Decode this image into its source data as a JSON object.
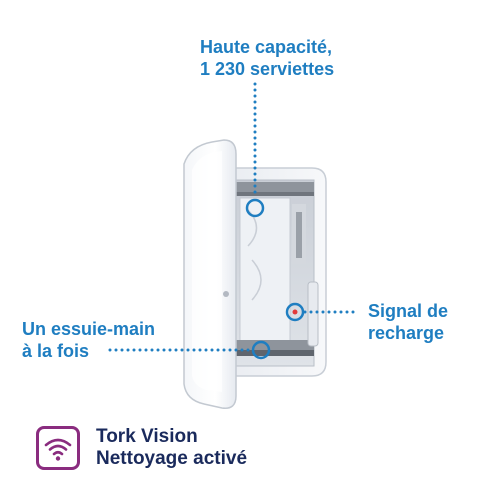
{
  "callouts": {
    "capacity_line1": "Haute capacité,",
    "capacity_line2": "1 230 serviettes",
    "one_at_a_time_line1": "Un essuie-main",
    "one_at_a_time_line2": "à la fois",
    "refill_signal_line1": "Signal de",
    "refill_signal_line2": "recharge"
  },
  "badge": {
    "title": "Tork Vision",
    "subtitle": "Nettoyage activé",
    "icon": "wifi-signal-icon"
  },
  "colors": {
    "callout": "#1f7ec1",
    "badge_border": "#8a2c7f",
    "badge_text": "#1a2a5c"
  }
}
